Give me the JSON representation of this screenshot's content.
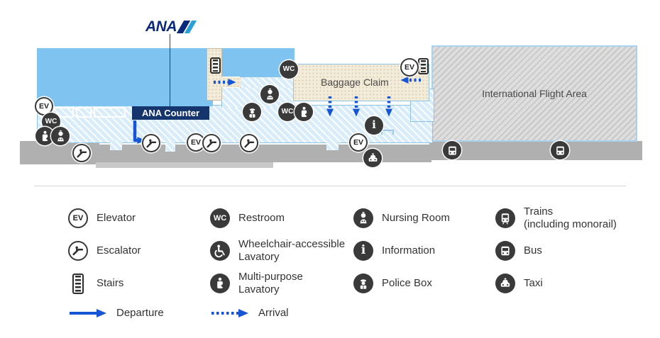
{
  "logo": {
    "brand": "ANA"
  },
  "map": {
    "ana_counter": "ANA Counter",
    "baggage_claim": "Baggage Claim",
    "international_flight_area": "International Flight Area",
    "icon_labels": {
      "elevator": "EV",
      "restroom": "WC",
      "information": "i"
    }
  },
  "legend": {
    "columns": [
      {
        "items": [
          {
            "icon": "elevator-icon",
            "line1": "Elevator"
          },
          {
            "icon": "escalator-icon",
            "line1": "Escalator"
          },
          {
            "icon": "stairs-icon",
            "line1": "Stairs"
          },
          {
            "icon": "departure-arrow",
            "line1": "Departure"
          }
        ]
      },
      {
        "items": [
          {
            "icon": "restroom-icon",
            "line1": "Restroom"
          },
          {
            "icon": "wheelchair-icon",
            "line1": "Wheelchair-accessible",
            "line2": "Lavatory"
          },
          {
            "icon": "multipurpose-lavatory-icon",
            "line1": "Multi-purpose",
            "line2": "Lavatory"
          },
          {
            "icon": "arrival-arrow",
            "line1": "Arrival"
          }
        ]
      },
      {
        "items": [
          {
            "icon": "nursing-room-icon",
            "line1": "Nursing Room"
          },
          {
            "icon": "information-icon",
            "line1": "Information"
          },
          {
            "icon": "police-box-icon",
            "line1": "Police Box"
          }
        ]
      },
      {
        "items": [
          {
            "icon": "train-icon",
            "line1": "Trains",
            "line2": "(including monorail)"
          },
          {
            "icon": "bus-icon",
            "line1": "Bus"
          },
          {
            "icon": "taxi-icon",
            "line1": "Taxi"
          }
        ]
      }
    ]
  },
  "colors": {
    "accent_blue": "#1656d4",
    "counter_navy": "#15356e",
    "logo_navy": "#0c2a7c",
    "logo_light_blue": "#2b9fd8",
    "building_blue": "#7fc4f0",
    "concourse_blue": "#d9ecf9",
    "baggage_beige": "#f3ecda",
    "international_gray": "#dedede",
    "walkway_gray": "#b0b0b0",
    "icon_dark": "#3a3a3a"
  }
}
